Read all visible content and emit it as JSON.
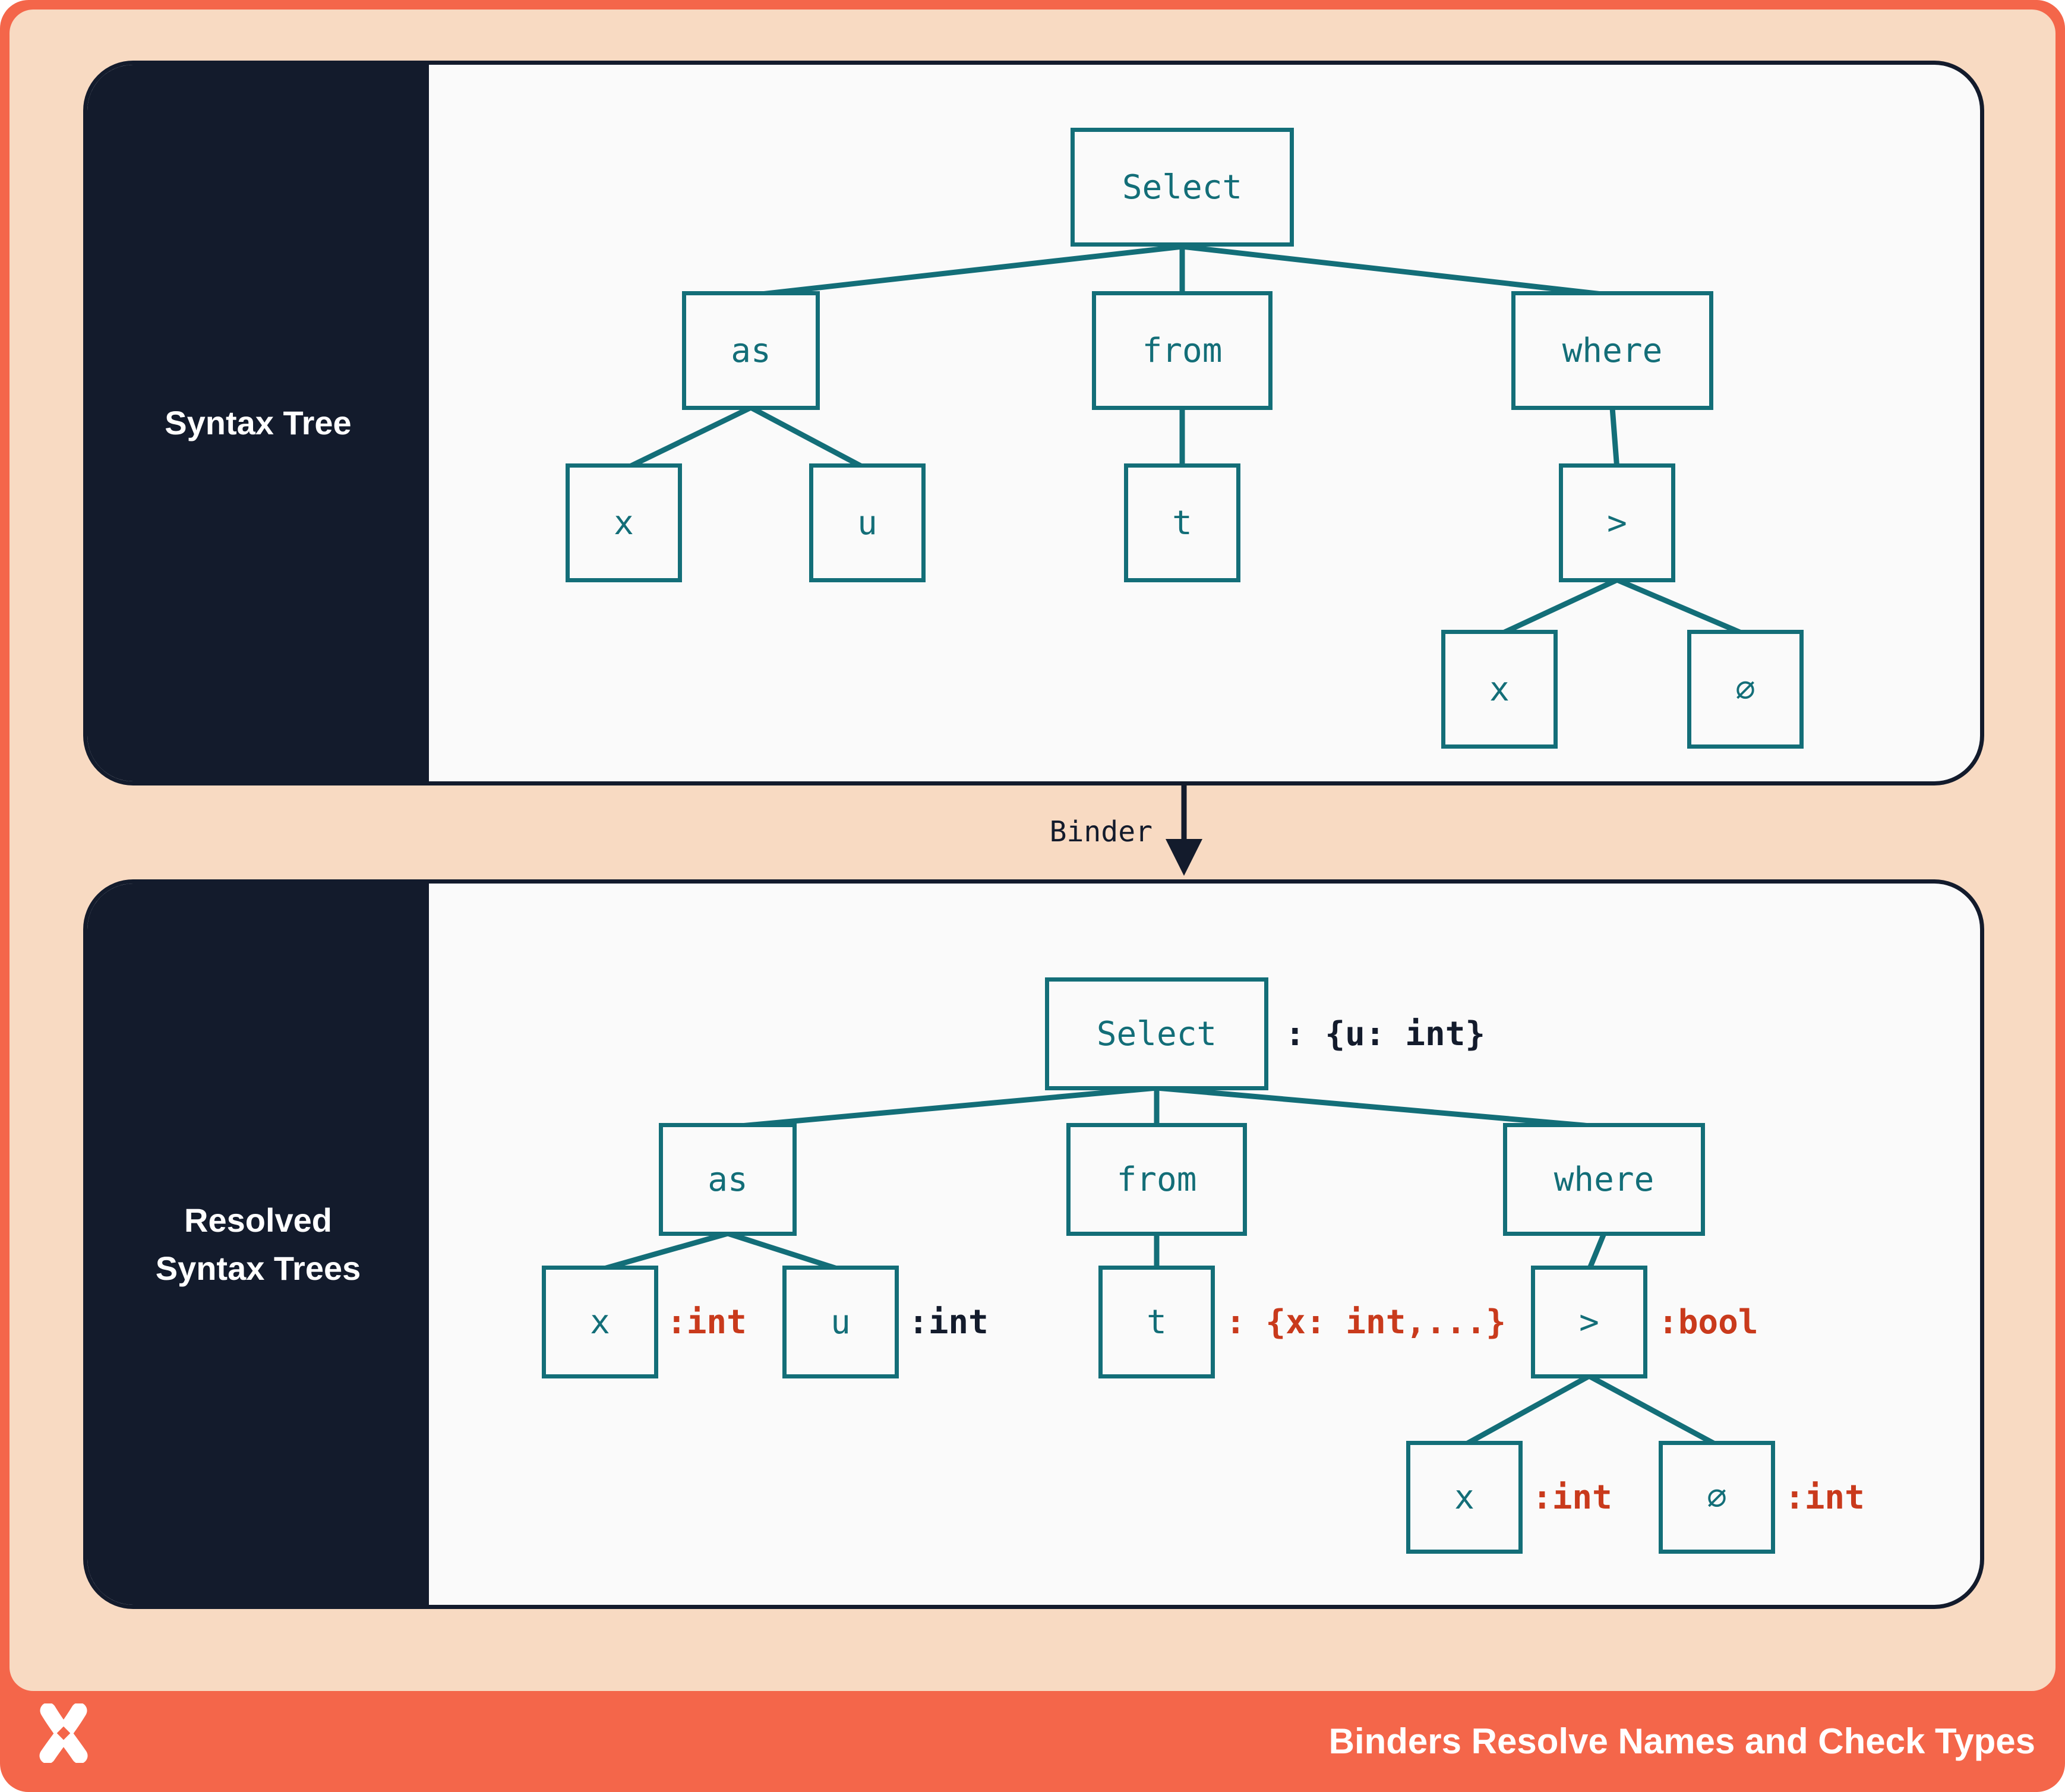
{
  "top_panel": {
    "sidebar_label": "Syntax Tree",
    "nodes": {
      "select": "Select",
      "as": "as",
      "from": "from",
      "where": "where",
      "x1": "x",
      "u": "u",
      "t": "t",
      "gt": ">",
      "x2": "x",
      "zero": "∅"
    }
  },
  "binder": {
    "label": "Binder"
  },
  "bottom_panel": {
    "sidebar_label_line1": "Resolved",
    "sidebar_label_line2": "Syntax Trees",
    "nodes": {
      "select": "Select",
      "as": "as",
      "from": "from",
      "where": "where",
      "x1": "x",
      "u": "u",
      "t": "t",
      "gt": ">",
      "x2": "x",
      "zero": "∅"
    },
    "annotations": {
      "select": ": {u: int}",
      "x1": ":int",
      "u": ":int",
      "t": ": {x: int,...}",
      "gt": ":bool",
      "x2": ":int",
      "zero": ":int"
    }
  },
  "footer": {
    "title": "Binders Resolve Names and Check Types",
    "logo": "x-mark-logo"
  },
  "colors": {
    "coral": "#F4664A",
    "peach": "#F8DAC2",
    "navy": "#131B2C",
    "off_white": "#FAFAFA",
    "teal": "#136E78",
    "type_red": "#C93A1C",
    "type_navy": "#131B2C"
  }
}
